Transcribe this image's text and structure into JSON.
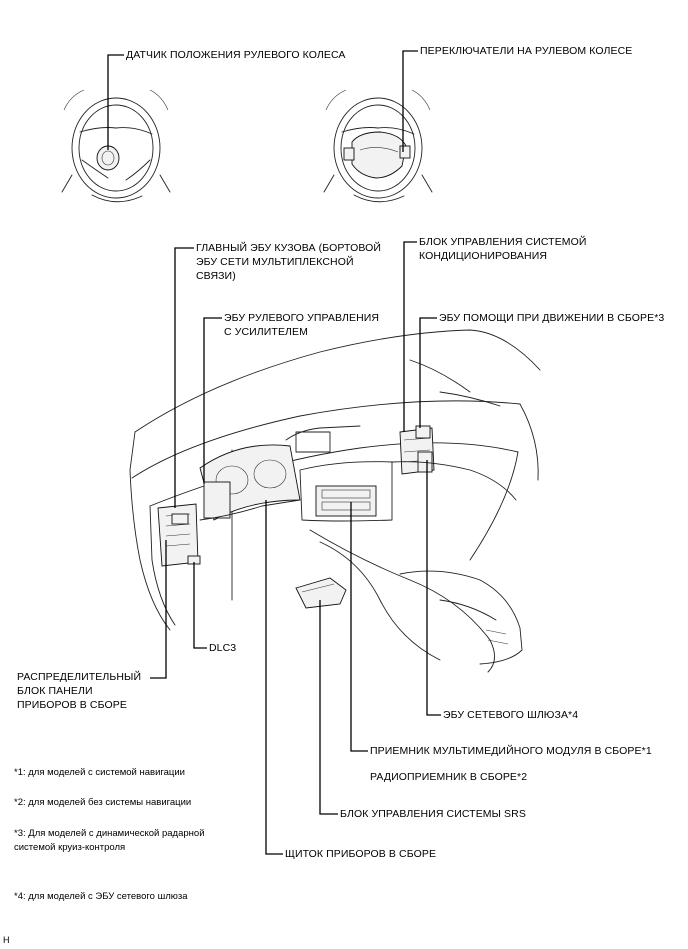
{
  "labels": {
    "steering_sensor": "ДАТЧИК ПОЛОЖЕНИЯ РУЛЕВОГО КОЛЕСА",
    "steering_switches": "ПЕРЕКЛЮЧАТЕЛИ НА РУЛЕВОМ КОЛЕСЕ",
    "main_body_ecu": "ГЛАВНЫЙ ЭБУ КУЗОВА (БОРТОВОЙ\nЭБУ СЕТИ МУЛЬТИПЛЕКСНОЙ\nСВЯЗИ)",
    "ac_control": "БЛОК УПРАВЛЕНИЯ СИСТЕМОЙ\nКОНДИЦИОНИРОВАНИЯ",
    "power_steering_ecu": "ЭБУ РУЛЕВОГО УПРАВЛЕНИЯ\nС УСИЛИТЕЛЕМ",
    "driving_support_ecu": "ЭБУ ПОМОЩИ ПРИ ДВИЖЕНИИ В СБОРЕ*3",
    "dlc3": "DLC3",
    "junction_block": "РАСПРЕДЕЛИТЕЛЬНЫЙ\nБЛОК ПАНЕЛИ\nПРИБОРОВ В СБОРЕ",
    "gateway_ecu": "ЭБУ СЕТЕВОГО ШЛЮЗА*4",
    "multimedia_receiver": "ПРИЕМНИК МУЛЬТИМЕДИЙНОГО МОДУЛЯ В СБОРЕ*1",
    "radio_receiver": "РАДИОПРИЕМНИК В СБОРЕ*2",
    "srs_control": "БЛОК УПРАВЛЕНИЯ СИСТЕМЫ SRS",
    "combination_meter": "ЩИТОК ПРИБОРОВ В СБОРЕ"
  },
  "notes": {
    "n1": "*1: для моделей с системой навигации",
    "n2": "*2: для моделей без системы навигации",
    "n3": "*3: Для моделей с динамической радарной\nсистемой круиз-контроля",
    "n4": "*4: для моделей с ЭБУ сетевого шлюза"
  },
  "corner_mark": "H"
}
